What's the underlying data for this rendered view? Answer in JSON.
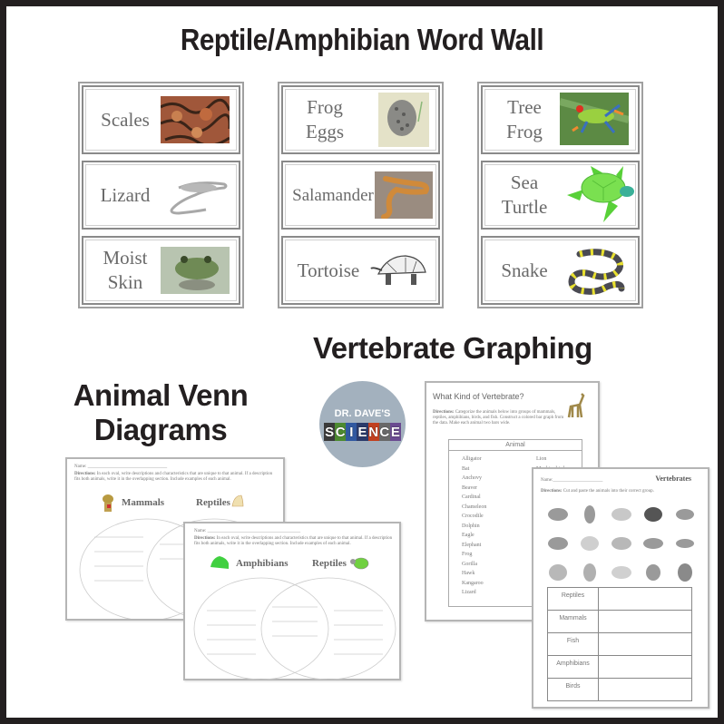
{
  "title": "Reptile/Amphibian Word Wall",
  "word_wall": {
    "columns": [
      [
        {
          "label": "Scales",
          "image": "snake-scales-photo"
        },
        {
          "label": "Lizard",
          "image": "lizard-sketch"
        },
        {
          "label": "Moist Skin",
          "image": "frog-in-water-photo"
        }
      ],
      [
        {
          "label": "Frog Eggs",
          "image": "frog-eggs-photo"
        },
        {
          "label": "Salamander",
          "image": "salamander-photo"
        },
        {
          "label": "Tortoise",
          "image": "tortoise-sketch"
        }
      ],
      [
        {
          "label": "Tree Frog",
          "image": "tree-frog-photo"
        },
        {
          "label": "Sea Turtle",
          "image": "sea-turtle-illustration"
        },
        {
          "label": "Snake",
          "image": "banded-snake-illustration"
        }
      ]
    ]
  },
  "graphing": {
    "title": "Vertebrate Graphing",
    "logo": {
      "line1": "DR. DAVE'S",
      "line2": "SCIENCE"
    },
    "worksheet1": {
      "title": "What Kind of Vertebrate?",
      "directions_label": "Directions:",
      "directions": "Categorize the animals below into groups of mammals, reptiles, amphibians, birds, and fish. Construct a colored bar graph from the data. Make each animal two bars wide.",
      "table_header": "Animal",
      "animals_col1": [
        "Alligator",
        "Bat",
        "Anchovy",
        "Beaver",
        "Cardinal",
        "Chameleon",
        "Crocodile",
        "Dolphin",
        "Eagle",
        "Elephant",
        "Frog",
        "Gorilla",
        "Hawk",
        "Kangaroo",
        "Lizard"
      ],
      "animals_col2": [
        "Lion",
        "Mockingbird"
      ]
    },
    "worksheet2": {
      "name_label": "Name:",
      "title": "Vertebrates",
      "directions_label": "Directions:",
      "directions": "Cut and paste the animals into their correct group.",
      "groups": [
        "Reptiles",
        "Mammals",
        "Fish",
        "Amphibians",
        "Birds"
      ]
    }
  },
  "venn": {
    "title_line1": "Animal Venn",
    "title_line2": "Diagrams",
    "sheet1": {
      "name_label": "Name:",
      "directions_label": "Directions:",
      "directions": "In each oval, write descriptions and characteristics that are unique to that animal. If a description fits both animals, write it in the overlapping section. Include examples of each animal.",
      "left": "Mammals",
      "right": "Reptiles"
    },
    "sheet2": {
      "name_label": "Name:",
      "directions_label": "Directions:",
      "directions": "In each oval, write descriptions and characteristics that are unique to that animal. If a description fits both animals, write it in the overlapping section. Include examples of each animal.",
      "left": "Amphibians",
      "right": "Reptiles"
    }
  },
  "colors": {
    "border": "#231f20",
    "card_text": "#6a6a6a",
    "logo_bg": "#a3b1be"
  }
}
